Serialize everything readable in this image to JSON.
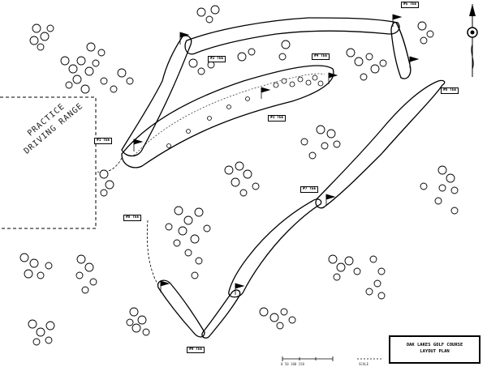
{
  "map": {
    "range_label": "PRACTICE DRIVING RANGE",
    "tee_labels": [
      "#1 TEE",
      "#2 TEE",
      "#3 TEE",
      "#4 TEE",
      "#5 TEE",
      "#6 TEE",
      "#7 TEE",
      "#8 TEE",
      "#9 TEE"
    ],
    "title_block": {
      "line1": "OAK LAKES GOLF COURSE",
      "line2": "LAYOUT PLAN"
    },
    "scale_bar": {
      "left_text": "0  50  100  150",
      "right_text": "SCALE"
    },
    "north_arrow_icon": "north-arrow-icon",
    "colors": {
      "ink": "#000000",
      "paper": "#ffffff"
    }
  }
}
